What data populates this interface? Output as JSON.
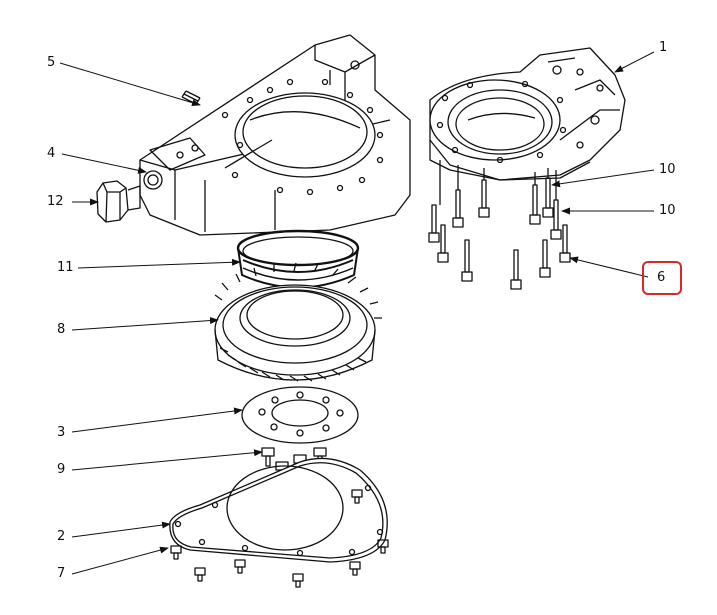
{
  "callouts": [
    {
      "id": "c1",
      "label": "1"
    },
    {
      "id": "c2",
      "label": "2"
    },
    {
      "id": "c3",
      "label": "3"
    },
    {
      "id": "c4",
      "label": "4"
    },
    {
      "id": "c5",
      "label": "5"
    },
    {
      "id": "c6",
      "label": "6",
      "highlighted": true
    },
    {
      "id": "c7",
      "label": "7"
    },
    {
      "id": "c8",
      "label": "8"
    },
    {
      "id": "c9",
      "label": "9"
    },
    {
      "id": "c10a",
      "label": "10"
    },
    {
      "id": "c10b",
      "label": "10"
    },
    {
      "id": "c11",
      "label": "11"
    },
    {
      "id": "c12",
      "label": "12"
    }
  ],
  "colors": {
    "line": "#111111",
    "highlight": "#d62a2a",
    "background": "#ffffff"
  }
}
